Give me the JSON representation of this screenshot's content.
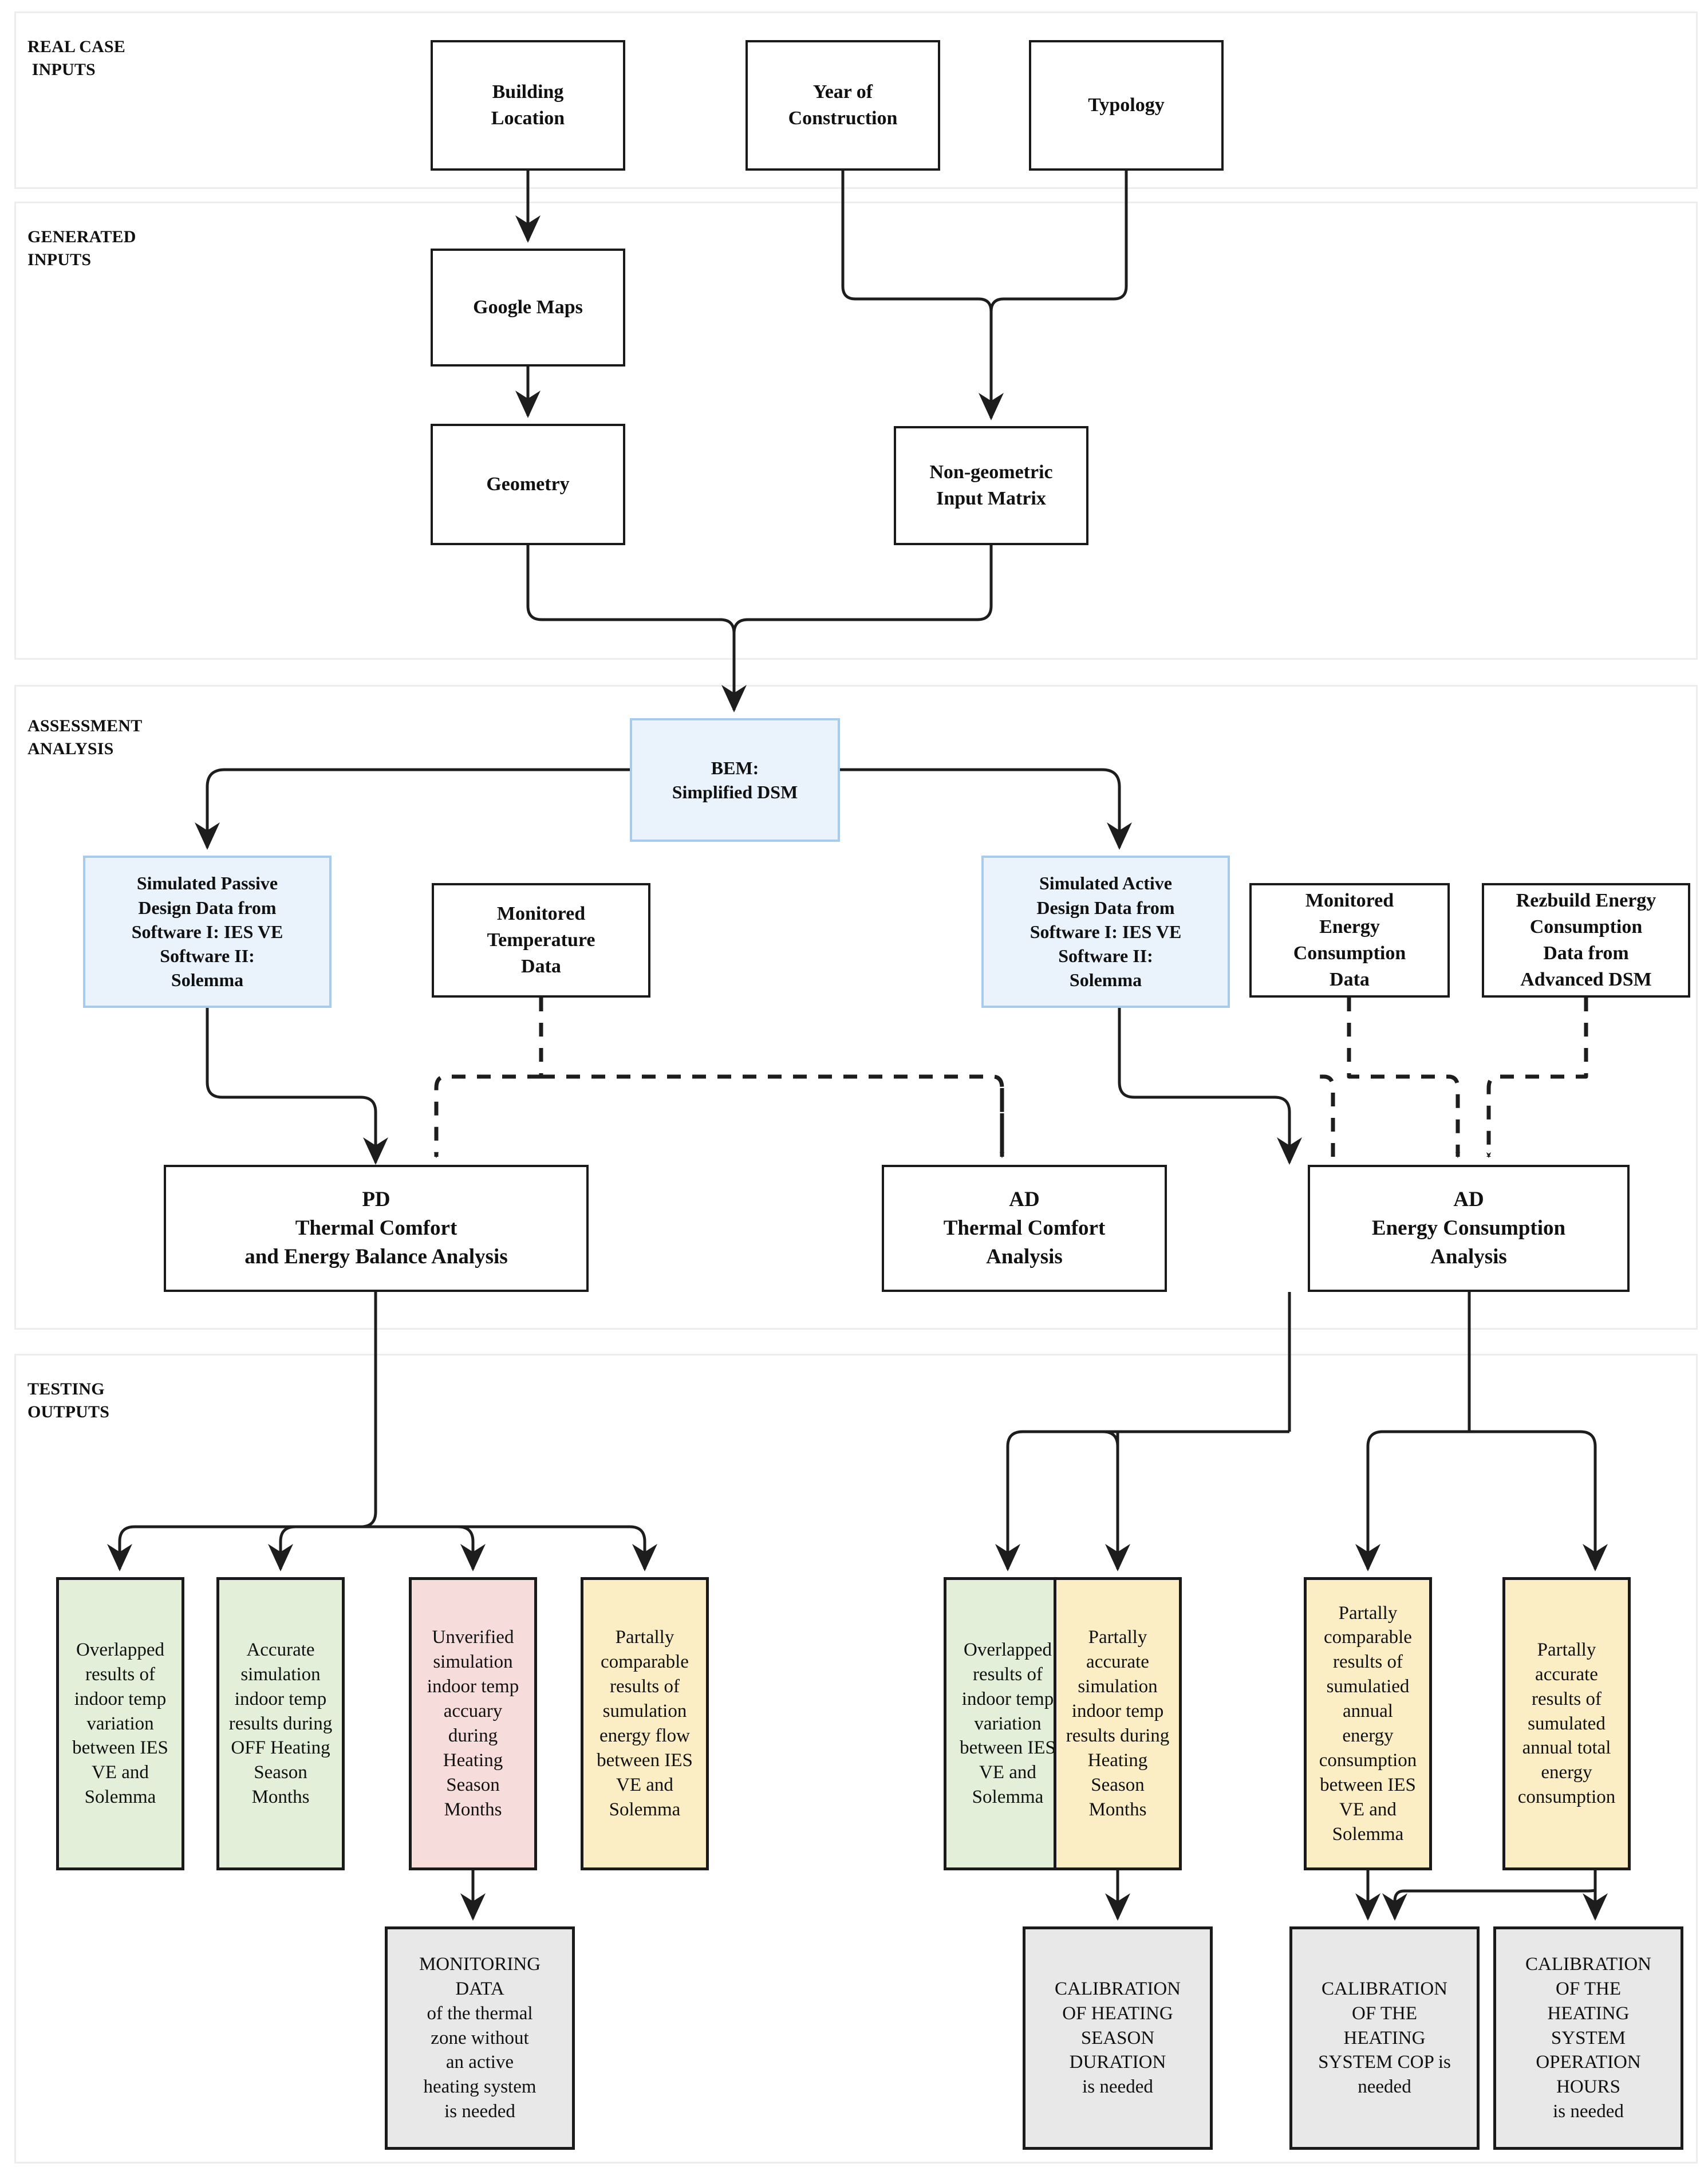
{
  "diagram": {
    "title": "Building energy model assessment workflow",
    "colors": {
      "blue_fill": "#eaf2fc",
      "blue_border": "#a8cbeb",
      "green_fill": "#e3efd9",
      "pink_fill": "#f7dcdc",
      "yellow_fill": "#fbeec5",
      "gray_fill": "#e8e8e8",
      "stroke": "#1a1a1a",
      "band_border": "#eceded"
    }
  },
  "bands": [
    {
      "label": "REAL CASE\n INPUTS"
    },
    {
      "label": "GENERATED\nINPUTS"
    },
    {
      "label": "ASSESSMENT\nANALYSIS"
    },
    {
      "label": "TESTING\nOUTPUTS"
    }
  ],
  "nodes": {
    "building_location": "Building\nLocation",
    "year_of_construction": "Year of\nConstruction",
    "typology": "Typology",
    "google_maps": "Google Maps",
    "geometry": "Geometry",
    "non_geometric_input_matrix": "Non-geometric\nInput Matrix",
    "bem": "BEM:\nSimplified DSM",
    "sim_passive": "Simulated Passive\nDesign Data from\nSoftware I: IES VE\nSoftware II:\nSolemma",
    "monitored_temperature": "Monitored\nTemperature\nData",
    "sim_active": "Simulated Active\nDesign Data from\nSoftware I: IES VE\nSoftware II:\nSolemma",
    "monitored_energy": "Monitored\nEnergy\nConsumption\nData",
    "rezbuild_energy": "Rezbuild Energy\nConsumption\nData from\nAdvanced DSM",
    "pd_analysis": "PD\nThermal Comfort\nand Energy Balance Analysis",
    "ad_thermal": "AD\nThermal Comfort\nAnalysis",
    "ad_energy": "AD\nEnergy Consumption\nAnalysis",
    "out_pd_1": "Overlapped\nresults of\nindoor temp\nvariation\nbetween IES\nVE and\nSolemma",
    "out_pd_2": "Accurate\nsimulation\nindoor temp\nresults during\nOFF Heating\nSeason\nMonths",
    "out_pd_3": "Unverified\nsimulation\nindoor temp\naccuary\nduring\nHeating\nSeason\nMonths",
    "out_pd_4": "Partally\ncomparable\nresults of\nsumulation\nenergy flow\nbetween IES\nVE and\nSolemma",
    "out_ad_1": "Overlapped\nresults of\nindoor temp\nvariation\nbetween IES\nVE and\nSolemma",
    "out_ad_2": "Partally\naccurate\nsimulation\nindoor temp\nresults during\nHeating\nSeason\nMonths",
    "out_ae_1": "Partally\ncomparable\nresults of\nsumulatied\nannual\nenergy\nconsumption\nbetween IES\nVE and\nSolemma",
    "out_ae_2": "Partally\naccurate\nresults of\nsumulated\nannual total\nenergy\nconsumption",
    "act_monitoring": "MONITORING\nDATA\nof the thermal\nzone without\nan active\nheating system\nis needed",
    "act_season": "CALIBRATION\nOF HEATING\nSEASON\nDURATION\nis needed",
    "act_cop": "CALIBRATION\nOF THE\nHEATING\nSYSTEM COP is\nneeded",
    "act_hours": "CALIBRATION\nOF THE\nHEATING\nSYSTEM\nOPERATION\nHOURS\nis needed"
  }
}
